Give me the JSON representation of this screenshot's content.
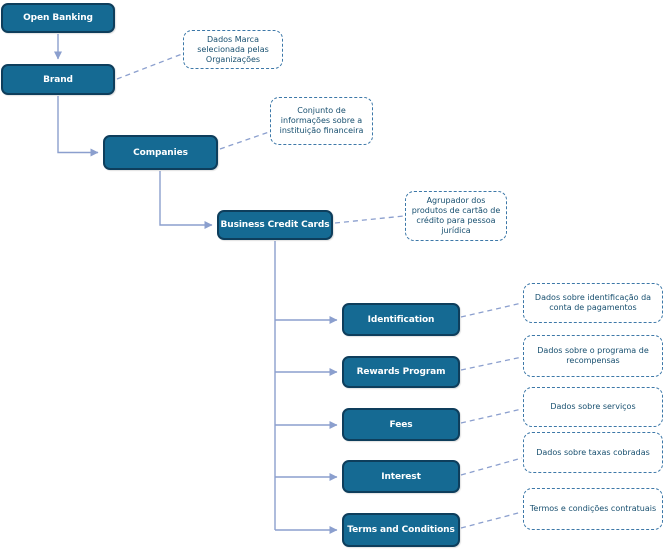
{
  "diagram": {
    "title": "Open Banking - Business Credit Cards hierarchy",
    "colors": {
      "node_fill": "#156a93",
      "node_border": "#0e3e5c",
      "node_text": "#ffffff",
      "connector": "#8b9fce",
      "callout_border": "#3d78a8",
      "callout_text": "#174f6f"
    },
    "nodes": [
      {
        "id": "open-banking",
        "label": "Open Banking",
        "parent": null,
        "note": null
      },
      {
        "id": "brand",
        "label": "Brand",
        "parent": "open-banking",
        "note": "Dados Marca\nselecionada pelas\nOrganizações"
      },
      {
        "id": "companies",
        "label": "Companies",
        "parent": "brand",
        "note": "Conjunto de\ninformações sobre a\ninstituição\nfinanceira"
      },
      {
        "id": "business-credit-cards",
        "label": "Business Credit Cards",
        "parent": "companies",
        "note": "Agrupador dos\nprodutos de cartão\nde crédito para\npessoa jurídica"
      },
      {
        "id": "identification",
        "label": "Identification",
        "parent": "business-credit-cards",
        "note": "Dados sobre identificação da\nconta de pagamentos"
      },
      {
        "id": "rewards-program",
        "label": "Rewards Program",
        "parent": "business-credit-cards",
        "note": "Dados sobre o programa de\nrecompensas"
      },
      {
        "id": "fees",
        "label": "Fees",
        "parent": "business-credit-cards",
        "note": "Dados sobre serviços"
      },
      {
        "id": "interest",
        "label": "Interest",
        "parent": "business-credit-cards",
        "note": "Dados sobre taxas cobradas"
      },
      {
        "id": "terms-and-conditions",
        "label": "Terms and Conditions",
        "parent": "business-credit-cards",
        "note": "Termos e condições\ncontratuais"
      }
    ]
  }
}
